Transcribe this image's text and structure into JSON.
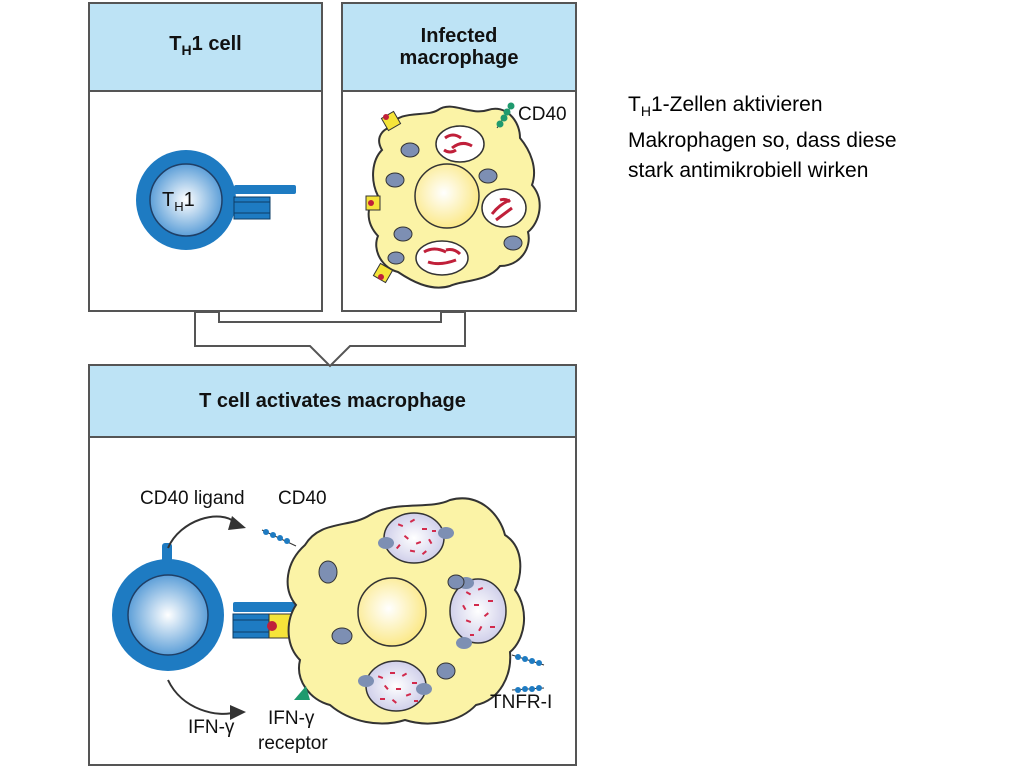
{
  "panels": {
    "th1": {
      "title_main": "T",
      "title_sub": "H",
      "title_rest": "1 cell"
    },
    "infected": {
      "title_line1": "Infected",
      "title_line2": "macrophage",
      "cd40_label": "CD40"
    },
    "activates": {
      "title": "T cell activates macrophage"
    }
  },
  "cell_labels": {
    "th1_main": "T",
    "th1_sub": "H",
    "th1_rest": "1"
  },
  "bottom_labels": {
    "cd40_ligand": "CD40 ligand",
    "cd40": "CD40",
    "ifn_gamma": "IFN-γ",
    "ifn_receptor_line1": "IFN-γ",
    "ifn_receptor_line2": "receptor",
    "tnfr": "TNFR-I"
  },
  "caption": {
    "prefix": "T",
    "sub": "H",
    "line1_rest": "1-Zellen aktivieren",
    "line2": "Makrophagen so, dass diese",
    "line3": "stark antimikrobiell wirken"
  },
  "colors": {
    "header_fill": "#bde3f5",
    "cell_blue": "#1e7bc2",
    "macrophage_fill": "#fbf3a6",
    "bacteria_red": "#c0203a",
    "vesicle_grey": "#7d8fb3"
  }
}
